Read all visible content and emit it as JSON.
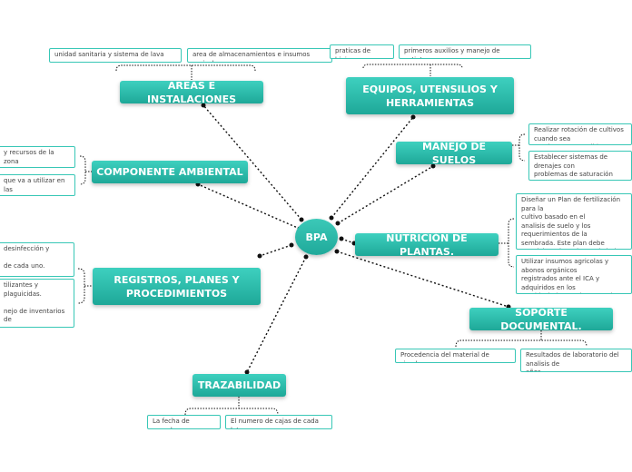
{
  "center": "BPA",
  "topics": {
    "areas": "AREAS E INSTALACIONES",
    "equipos": "EQUIPOS, UTENSILIOS Y\nHERRAMIENTAS",
    "manejo": "MANEJO DE SUELOS",
    "ambiental": "COMPONENTE AMBIENTAL",
    "nutricion": "NUTRICIÓN DE PLANTAS.",
    "registros": "REGISTROS, PLANES Y\nPROCEDIMIENTOS",
    "soporte": "SOPORTE DOCUMENTAL.",
    "trazabilidad": "TRAZABILIDAD"
  },
  "subtopics": {
    "areas_1": "unidad sanitaria y sistema de lava manos",
    "areas_2": "area de almacenamientos e insumos agricolas.",
    "equipos_1": "praticas de higiene",
    "equipos_2": "primeros auxilios y manejo de extintores",
    "manejo_1": "Realizar rotación de cultivos cuando sea\ntecnicamente posible",
    "manejo_2": "Establecer sistemas de drenajes con\nproblemas de saturación\nhidrica",
    "ambiental_1": "y recursos de la zona",
    "ambiental_2": "que va a utilizar en las",
    "nutricion_1": "Diseñar un Plan de fertilización para la\ncultivo basado en el\nanalisis de suelo y los requerimientos de la\nsembrada. Este plan debe\nser elaborado y ejecutado bajo la supervisión del\nasistente técnico.",
    "nutricion_2": "Utilizar insumos agricolas y abonos orgánicos\nregistrados ante el ICA y\nadquiridos en los establecimientos de comercio\nregistrados por esta entidad.",
    "registros_1": "desinfección y\n\nde cada uno.",
    "registros_2": "tilizantes y plaguicidas.\n\nnejo de inventarios de",
    "soporte_1": "Procedencia del material de siembra.",
    "soporte_2": "Resultados de laboratorio del analisis de\naños.",
    "traz_1": "La fecha de cosecha .",
    "traz_2": "El numero de cajas de cada lote."
  },
  "colors": {
    "topic_fill": "#1ea898",
    "border": "#38c7b6",
    "connector": "#111111"
  }
}
